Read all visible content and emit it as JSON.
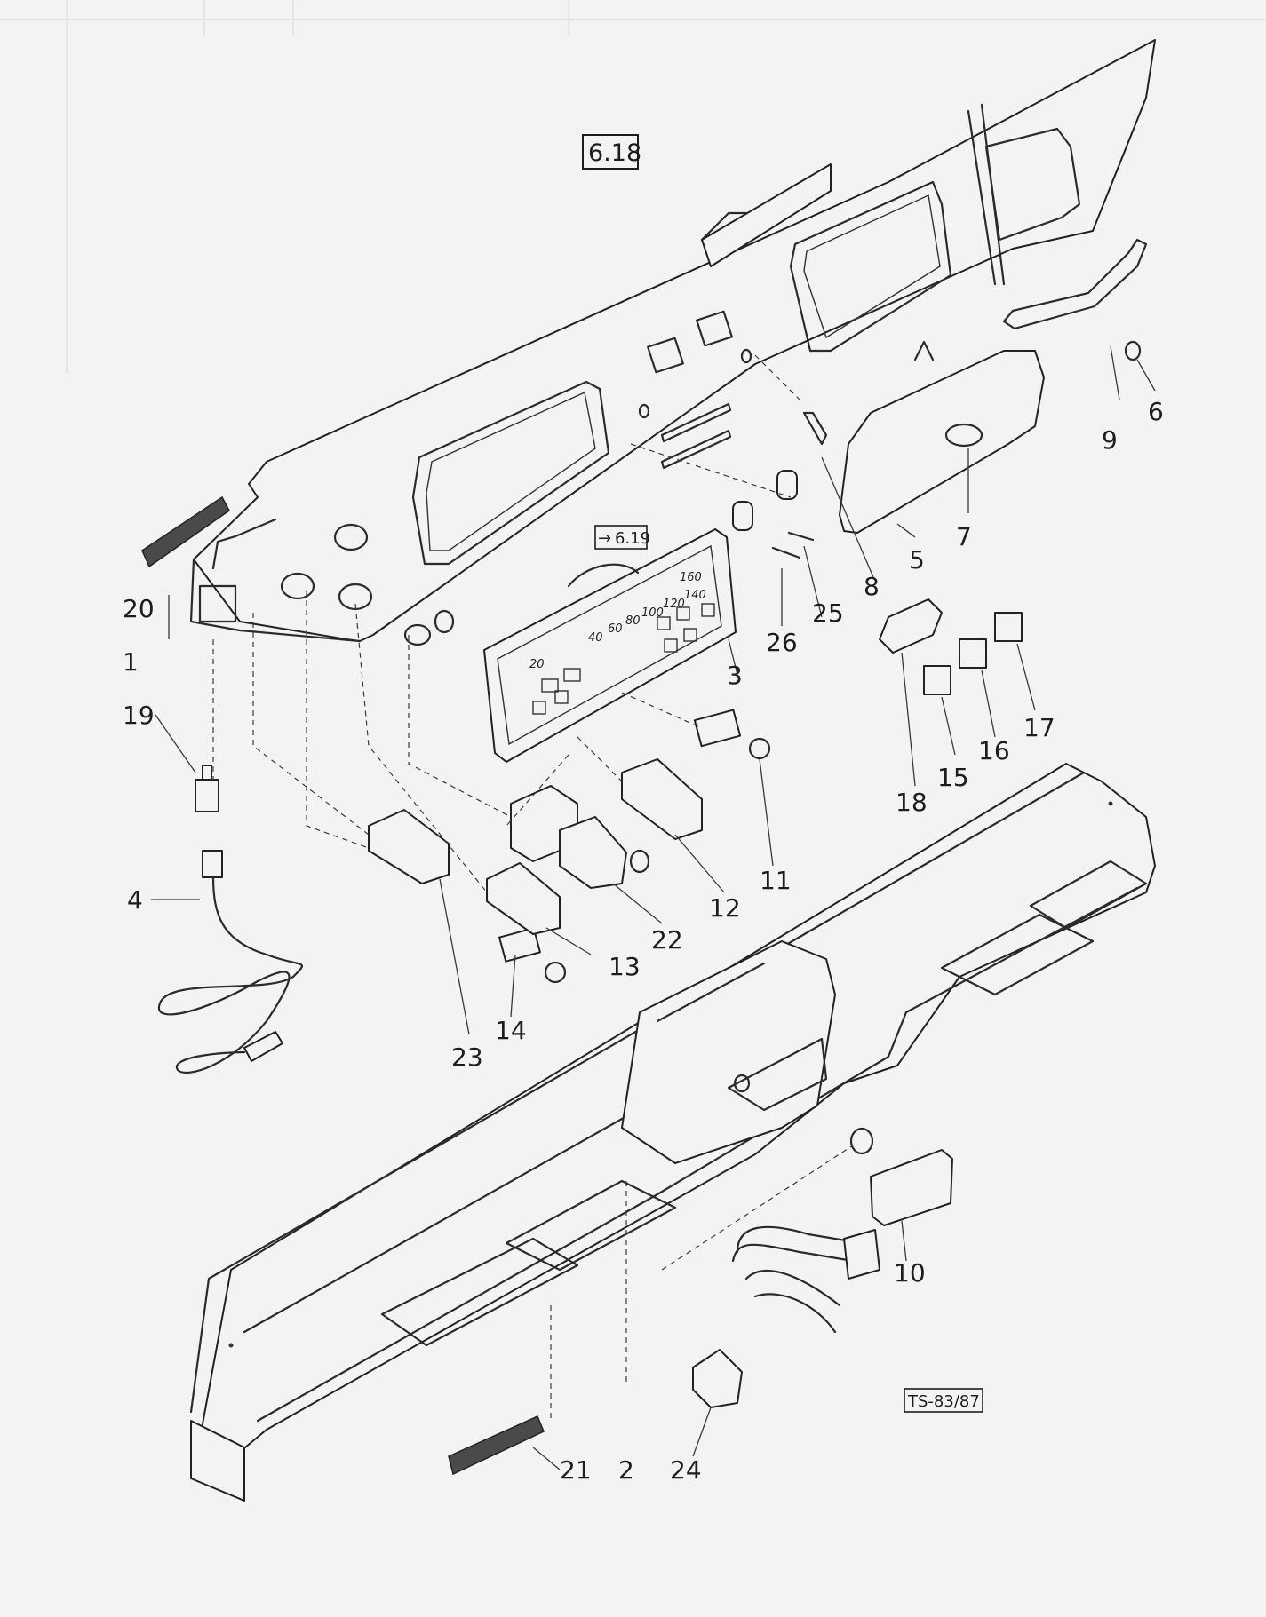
{
  "figure_ref": "6.18",
  "cross_ref": "6.19",
  "drawing_code": "TS-83/87",
  "gauge": {
    "labels": [
      "20",
      "40",
      "60",
      "80",
      "100",
      "120",
      "140",
      "160"
    ]
  },
  "callouts": [
    {
      "id": "c1",
      "text": "1"
    },
    {
      "id": "c2",
      "text": "2"
    },
    {
      "id": "c3",
      "text": "3"
    },
    {
      "id": "c4",
      "text": "4"
    },
    {
      "id": "c5",
      "text": "5"
    },
    {
      "id": "c6",
      "text": "6"
    },
    {
      "id": "c7",
      "text": "7"
    },
    {
      "id": "c8",
      "text": "8"
    },
    {
      "id": "c9",
      "text": "9"
    },
    {
      "id": "c10",
      "text": "10"
    },
    {
      "id": "c11",
      "text": "11"
    },
    {
      "id": "c12",
      "text": "12"
    },
    {
      "id": "c13",
      "text": "13"
    },
    {
      "id": "c14",
      "text": "14"
    },
    {
      "id": "c15",
      "text": "15"
    },
    {
      "id": "c16",
      "text": "16"
    },
    {
      "id": "c17",
      "text": "17"
    },
    {
      "id": "c18",
      "text": "18"
    },
    {
      "id": "c19",
      "text": "19"
    },
    {
      "id": "c20",
      "text": "20"
    },
    {
      "id": "c21",
      "text": "21"
    },
    {
      "id": "c22",
      "text": "22"
    },
    {
      "id": "c23",
      "text": "23"
    },
    {
      "id": "c24",
      "text": "24"
    },
    {
      "id": "c25",
      "text": "25"
    },
    {
      "id": "c26",
      "text": "26"
    }
  ]
}
